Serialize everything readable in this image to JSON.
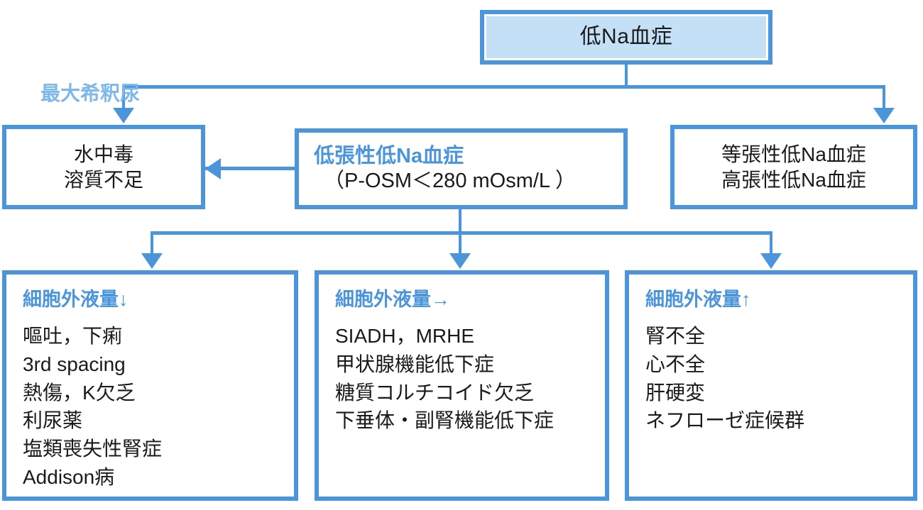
{
  "diagram": {
    "title_box": {
      "label": "低Na血症"
    },
    "caption_max_dilute": "最大希釈尿",
    "water_intoxication": {
      "line1": "水中毒",
      "line2": "溶質不足"
    },
    "hypotonic": {
      "heading": "低張性低Na血症",
      "criteria": "（P-OSM＜280 mOsm/L ）"
    },
    "iso_hyper": {
      "line1": "等張性低Na血症",
      "line2": "高張性低Na血症"
    },
    "ecf_decreased": {
      "heading": "細胞外液量↓",
      "items": [
        "嘔吐，下痢",
        "3rd spacing",
        "熱傷，K欠乏",
        "利尿薬",
        "塩類喪失性腎症",
        "Addison病"
      ]
    },
    "ecf_normal": {
      "heading": "細胞外液量→",
      "items": [
        "SIADH，MRHE",
        "甲状腺機能低下症",
        "糖質コルチコイド欠乏",
        "下垂体・副腎機能低下症"
      ]
    },
    "ecf_increased": {
      "heading": "細胞外液量↑",
      "items": [
        "腎不全",
        "心不全",
        "肝硬変",
        "ネフローゼ症候群"
      ]
    },
    "colors": {
      "border_blue": "#4a95db",
      "fill_light_blue": "#c3e0f7",
      "heading_blue": "#4a95db",
      "caption_blue": "#7eb8ea",
      "body_text": "#1a1a1a",
      "background": "#ffffff"
    }
  }
}
